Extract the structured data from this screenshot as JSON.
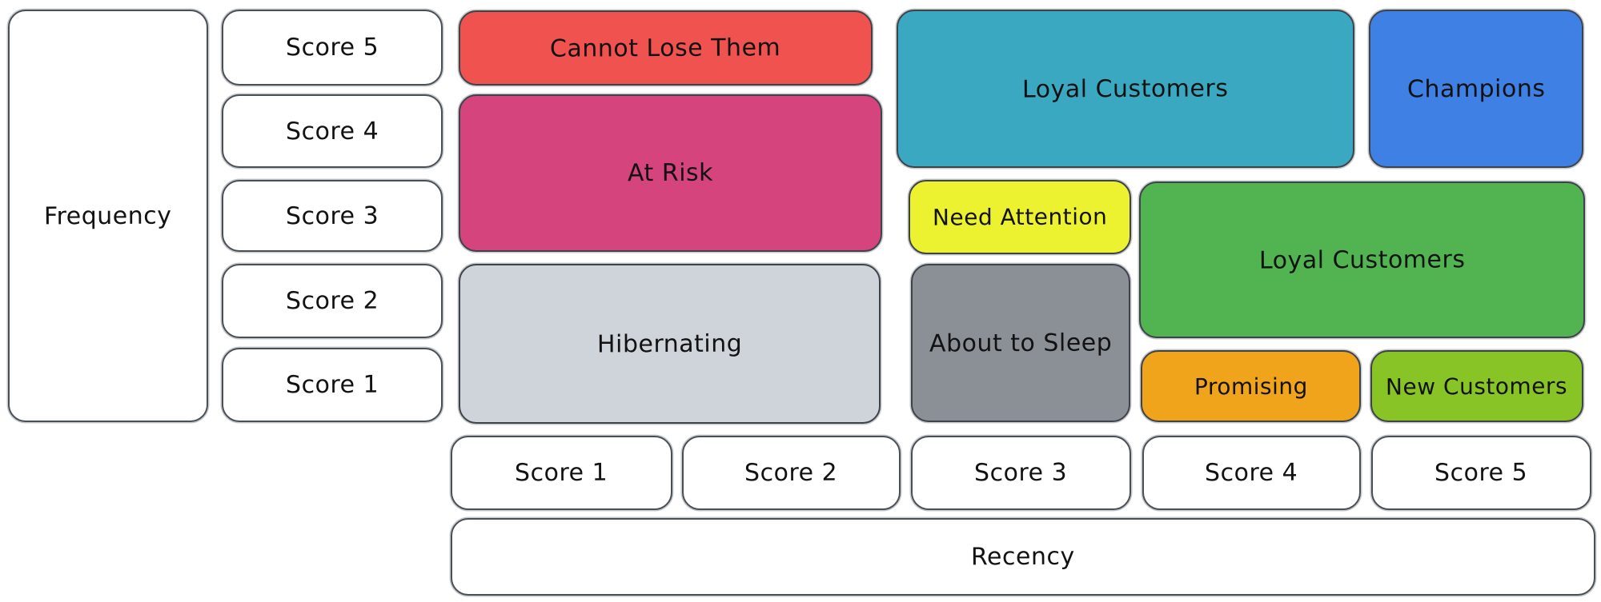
{
  "axes": {
    "frequency_label": "Frequency",
    "recency_label": "Recency",
    "frequency_scores": [
      "Score 5",
      "Score 4",
      "Score 3",
      "Score 2",
      "Score 1"
    ],
    "recency_scores": [
      "Score 1",
      "Score 2",
      "Score 3",
      "Score 4",
      "Score 5"
    ]
  },
  "segments": {
    "cannot_lose_them": {
      "label": "Cannot Lose Them",
      "color": "#f0534f"
    },
    "at_risk": {
      "label": "At Risk",
      "color": "#d6447e"
    },
    "hibernating": {
      "label": "Hibernating",
      "color": "#cfd4da"
    },
    "loyal_customers_top": {
      "label": "Loyal Customers",
      "color": "#3aa8c0"
    },
    "champions": {
      "label": "Champions",
      "color": "#3f80e4"
    },
    "need_attention": {
      "label": "Need Attention",
      "color": "#ecf230"
    },
    "loyal_customers_mid": {
      "label": "Loyal Customers",
      "color": "#52b351"
    },
    "about_to_sleep": {
      "label": "About to Sleep",
      "color": "#8b9097"
    },
    "promising": {
      "label": "Promising",
      "color": "#f0a41c"
    },
    "new_customers": {
      "label": "New Customers",
      "color": "#88c425"
    }
  }
}
